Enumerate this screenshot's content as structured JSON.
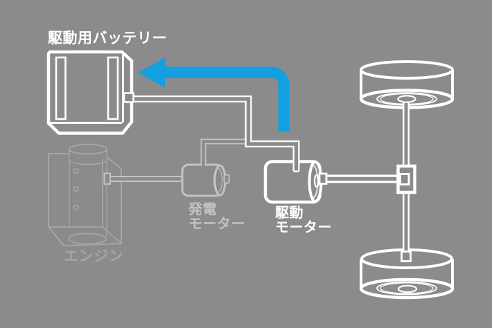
{
  "labels": {
    "battery": "駆動用バッテリー",
    "generator": [
      "発電",
      "モーター"
    ],
    "drive_motor": [
      "駆動",
      "モーター"
    ],
    "engine": "エンジン"
  },
  "colors": {
    "bg": "#8b8b8b",
    "line-white": "#ffffff",
    "line-generator": "#c3c3c3",
    "line-engine": "#a5a5a5",
    "arrow-blue": "#149fe0"
  },
  "arrow": {
    "icon": "left-arrow",
    "from": "drive-motor",
    "to": "battery"
  }
}
